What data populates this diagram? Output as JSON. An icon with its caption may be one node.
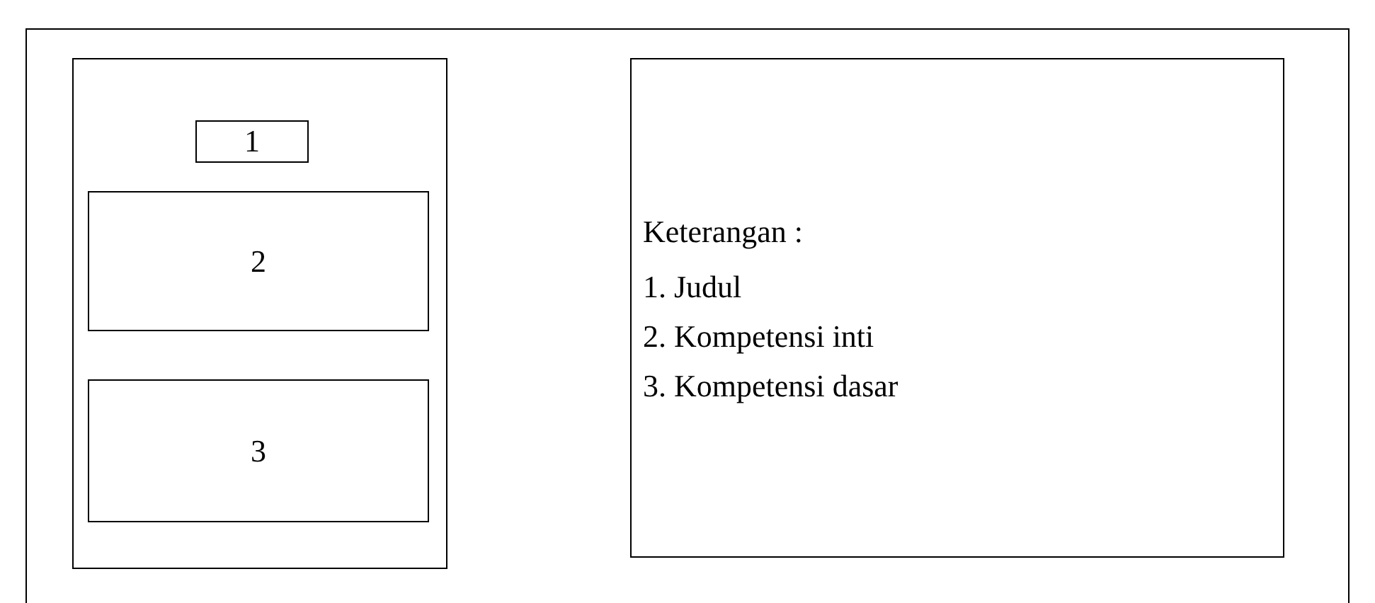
{
  "diagram": {
    "nodes": [
      {
        "text": [],
        "shape": "box"
      },
      {
        "text": [],
        "shape": "box",
        "in": 0
      },
      {
        "text": [
          "1"
        ],
        "in": 1
      },
      {
        "text": [
          "2"
        ],
        "in": 1
      },
      {
        "text": [
          "3"
        ],
        "in": 1
      },
      {
        "text": [
          "Keterangan :",
          "1. Judul",
          "2. Kompetensi inti",
          "3. Kompetensi dasar"
        ],
        "in": 0
      }
    ]
  }
}
